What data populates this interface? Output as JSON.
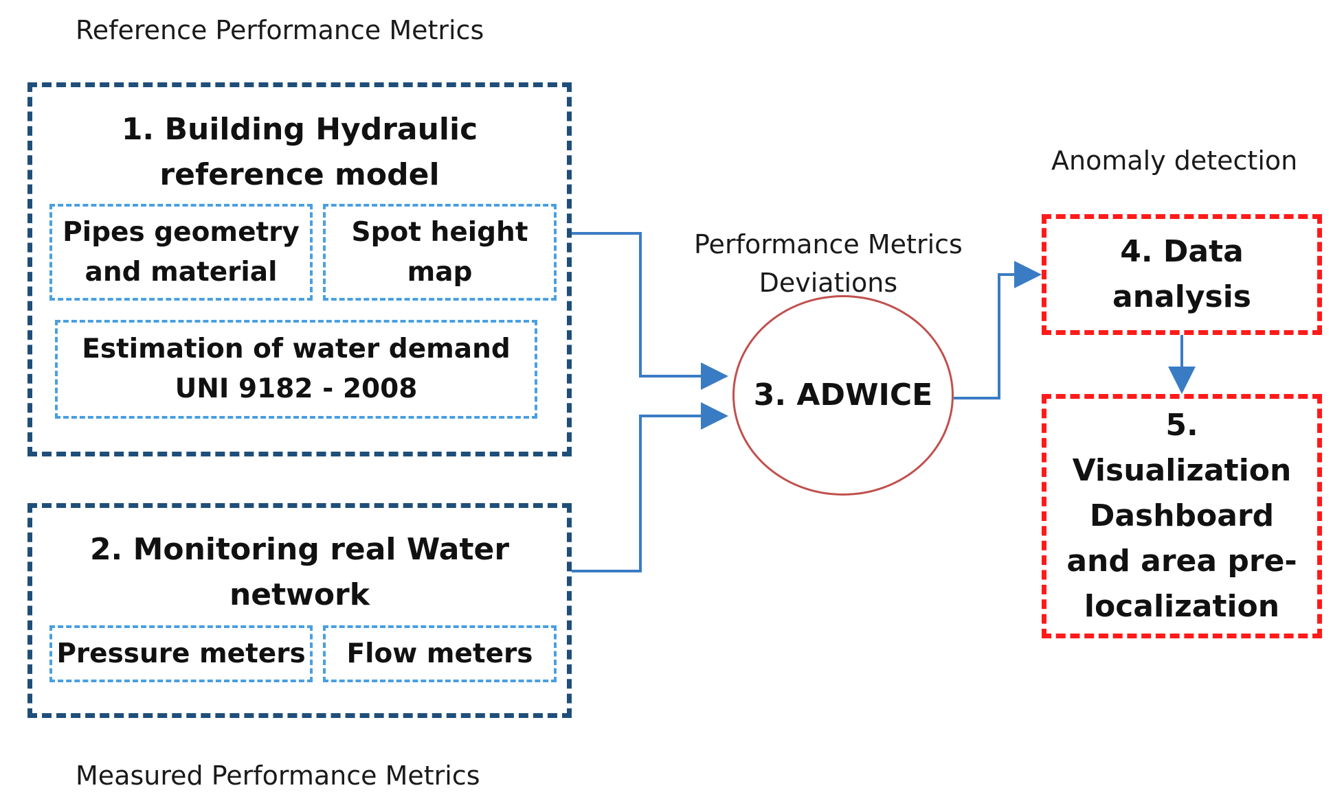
{
  "labels": {
    "reference": "Reference Performance Metrics",
    "measured": "Measured Performance Metrics",
    "deviations": "Performance Metrics\nDeviations",
    "anomaly": "Anomaly detection"
  },
  "step1": {
    "title": "1. Building Hydraulic\nreference model",
    "pipes": "Pipes geometry\nand material",
    "spot": "Spot height\nmap",
    "demand": "Estimation of water demand\nUNI 9182 - 2008"
  },
  "step2": {
    "title": "2. Monitoring real Water\nnetwork",
    "pressure": "Pressure meters",
    "flow": "Flow meters"
  },
  "step3": {
    "title": "3. ADWICE"
  },
  "step4": {
    "title": "4. Data\nanalysis"
  },
  "step5": {
    "title": "5.\nVisualization\nDashboard\nand area pre-\nlocalization"
  },
  "colors": {
    "dark_border": "#1f4e79",
    "light_border": "#4a9fe0",
    "red_border": "#ff1a1a",
    "arrow": "#3a7cc4",
    "circle": "#c0504d"
  }
}
